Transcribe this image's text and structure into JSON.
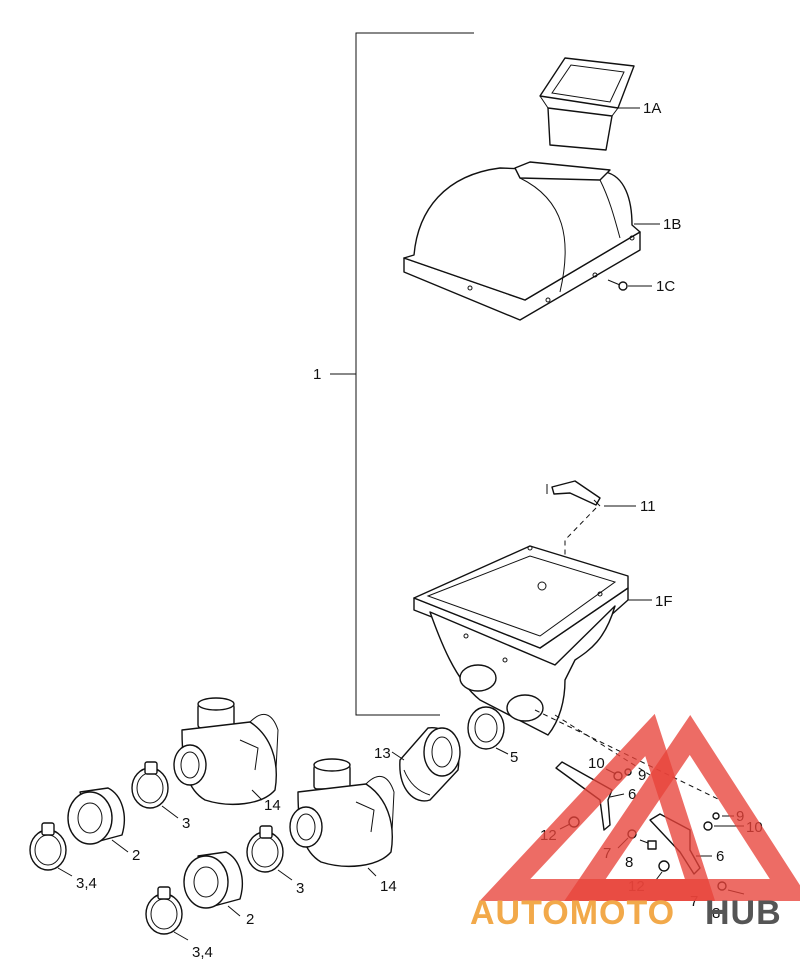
{
  "labels": {
    "l1": "1",
    "l1A": "1A",
    "l1B": "1B",
    "l1C": "1C",
    "l11": "11",
    "l1F": "1F",
    "l13": "13",
    "l5": "5",
    "l14a": "14",
    "l14b": "14",
    "l3a": "3",
    "l3b": "3",
    "l2a": "2",
    "l2b": "2",
    "l34a": "3,4",
    "l34b": "3,4",
    "l10a": "10",
    "l9a": "9",
    "l6a": "6",
    "l12a": "12",
    "l7a": "7",
    "l8a": "8",
    "l9b": "9",
    "l10b": "10",
    "l6b": "6",
    "l12b": "12",
    "l7b": "7",
    "l8b": "8"
  },
  "watermark": {
    "word1": "AUTOMOTO",
    "word2": "HUB",
    "color_red": "#e8433a",
    "color_orange": "#f2a94a",
    "color_gray": "#555555"
  }
}
